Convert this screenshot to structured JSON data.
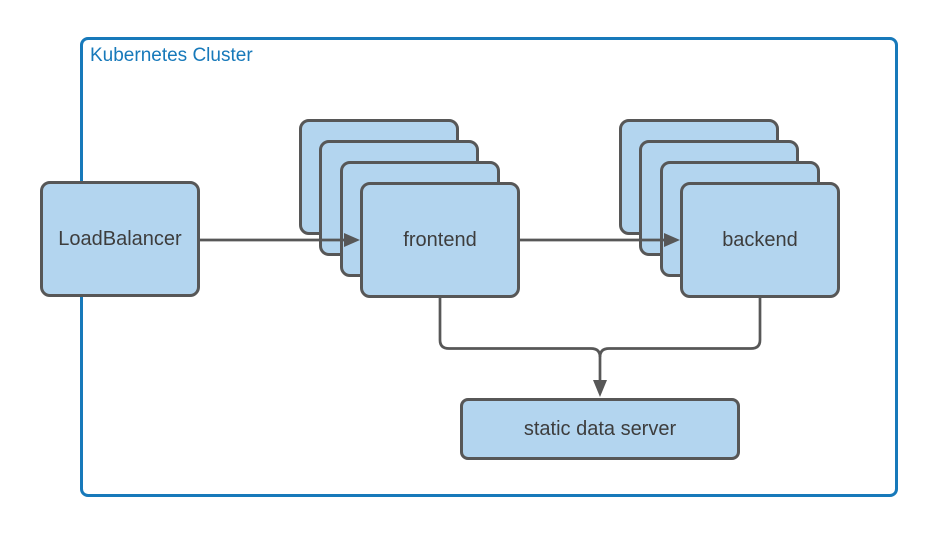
{
  "diagram": {
    "type": "architecture-diagram",
    "cluster": {
      "label": "Kubernetes Cluster"
    },
    "nodes": {
      "load_balancer": {
        "label": "LoadBalancer"
      },
      "frontend": {
        "label": "frontend",
        "stacked_copies": 4
      },
      "backend": {
        "label": "backend",
        "stacked_copies": 4
      },
      "static_data_server": {
        "label": "static data server"
      }
    },
    "edges": [
      {
        "from": "LoadBalancer",
        "to": "frontend",
        "arrow": true
      },
      {
        "from": "frontend",
        "to": "backend",
        "arrow": true
      },
      {
        "from": "frontend",
        "to": "static data server",
        "arrow": true
      },
      {
        "from": "backend",
        "to": "static data server",
        "arrow": true
      }
    ],
    "colors": {
      "background": "#ffffff",
      "cluster_border": "#1779ba",
      "cluster_label_text": "#1779ba",
      "node_fill": "#b3d5ef",
      "node_border": "#575757",
      "edge_line": "#575757",
      "node_text": "#3d3d3d"
    }
  }
}
